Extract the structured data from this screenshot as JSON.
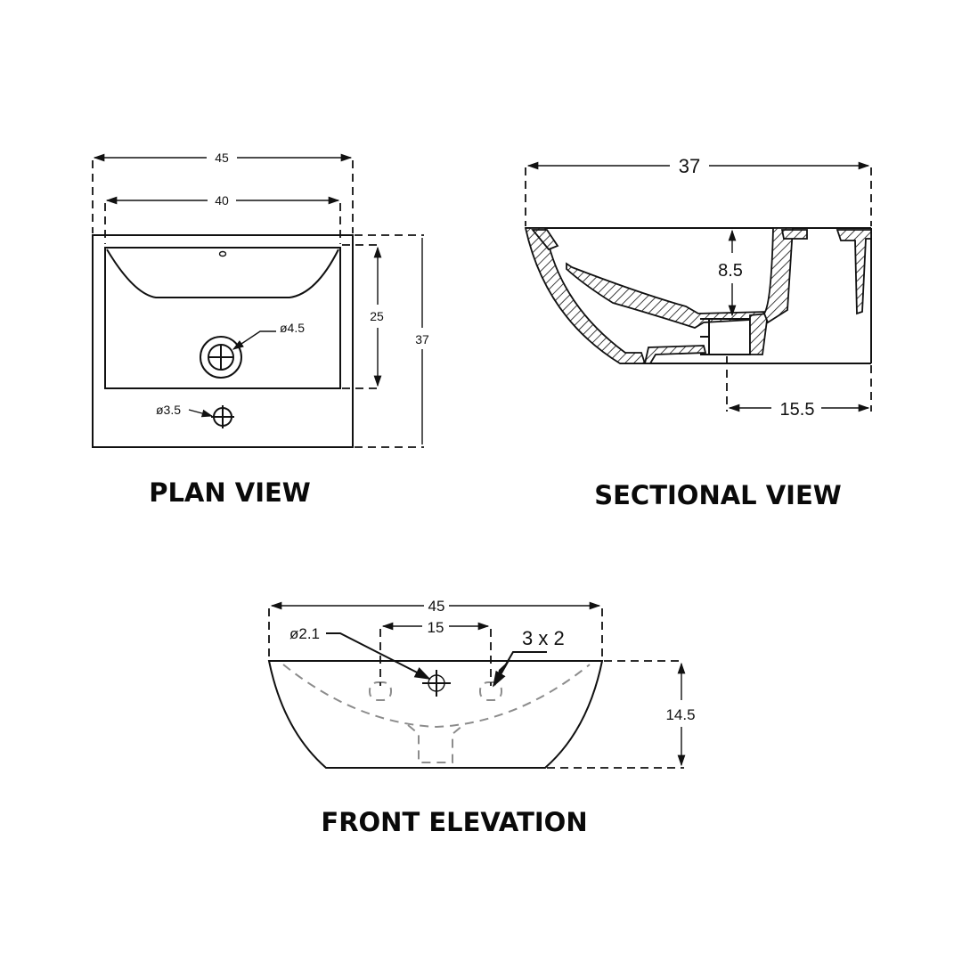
{
  "plan_view": {
    "title": "PLAN VIEW",
    "dims": {
      "overall_width": "45",
      "inner_width": "40",
      "bowl_depth": "25",
      "overall_depth": "37"
    },
    "drain_hole": "ø4.5",
    "tap_hole": "ø3.5"
  },
  "sectional_view": {
    "title": "SECTIONAL VIEW",
    "dims": {
      "overall_depth": "37",
      "bowl_height": "8.5",
      "rear_offset": "15.5"
    }
  },
  "front_elevation": {
    "title": "FRONT ELEVATION",
    "dims": {
      "overall_width": "45",
      "overflow_spacing": "15",
      "height": "14.5"
    },
    "tap_hole": "ø2.1",
    "overflow_slot": "3 x 2"
  }
}
